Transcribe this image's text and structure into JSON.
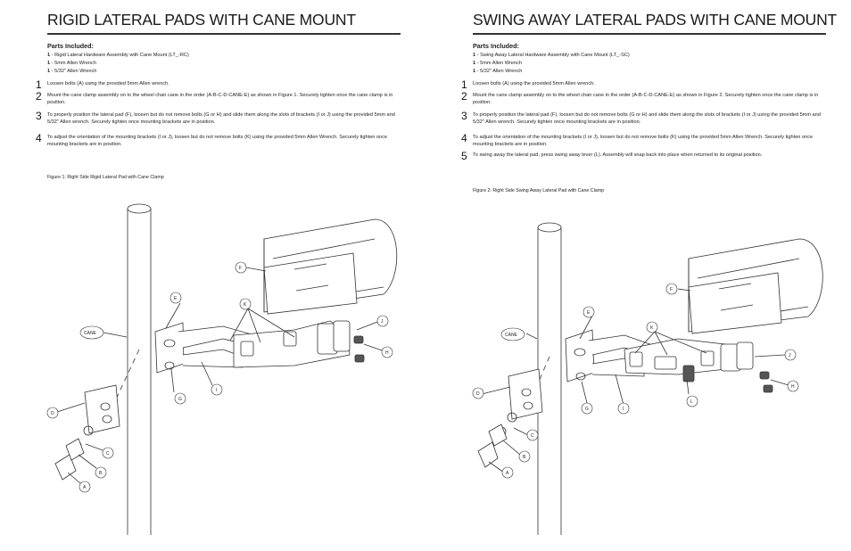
{
  "left": {
    "title": "RIGID LATERAL PADS WITH CANE MOUNT",
    "parts_heading": "Parts Included:",
    "parts": [
      {
        "qty": "1",
        "desc": " - Rigid Lateral Hardware Assembly with Cane Mount (LT_-RC)"
      },
      {
        "qty": "1",
        "desc": " - 5mm Allen Wrench"
      },
      {
        "qty": "1",
        "desc": " - 5/32\" Allen Wrench"
      }
    ],
    "steps": [
      {
        "num": "1",
        "text": "Loosen bolts (A) using the provided 5mm Allen wrench."
      },
      {
        "num": "2",
        "text": "Mount the cane clamp assembly on to the wheel chair cane in the order (A-B-C-D-CANE-E) as shown in Figure 1. Securely tighten once the cane clamp is in position."
      },
      {
        "num": "3",
        "text": "To properly position the lateral pad (F), loosen but do not remove bolts (G or H) and slide them along the slots of brackets (I or J) using the provided 5mm and 5/32\" Allen wrench. Securely tighten once mounting brackets are in position."
      },
      {
        "num": "4",
        "text": "To adjust the orientation of the mounting brackets (I or J), loosen but do not remove bolts (K) using the provided 5mm Allen Wrench. Securely tighten once mounting brackets are in position."
      }
    ],
    "caption": "Figure 1: Right Side Rigid Lateral Pad with Cane Clamp",
    "labels": {
      "F": "F",
      "E": "E",
      "K": "K",
      "J": "J",
      "H": "H",
      "CANE": "CANE",
      "G": "G",
      "I": "I",
      "D": "D",
      "C": "C",
      "B": "B",
      "A": "A"
    }
  },
  "right": {
    "title": "SWING  AWAY LATERAL PADS WITH CANE MOUNT",
    "parts_heading": "Parts Included:",
    "parts": [
      {
        "qty": "1",
        "desc": " - Swing Away Lateral Hardware Assembly with Cane Mount (LT_-SC)"
      },
      {
        "qty": "1",
        "desc": " - 5mm Allen Wrench"
      },
      {
        "qty": "1",
        "desc": " - 5/32\" Allen Wrench"
      }
    ],
    "steps": [
      {
        "num": "1",
        "text": "Loosen bolts (A) using the provided 5mm Allen wrench."
      },
      {
        "num": "2",
        "text": "Mount the cane clamp assembly on to the wheel chair cane in the order (A-B-C-D-CANE-E) as shown in Figure 2. Securely tighten once the cane clamp is in position."
      },
      {
        "num": "3",
        "text": "To properly position the lateral pad (F), loosen but do not remove bolts (G or H) and slide them along the slots of brackets (I or J) using the provided 5mm and 5/32\" Allen wrench. Securely tighten once mounting brackets are in position."
      },
      {
        "num": "4",
        "text": "To adjust the orientation of the mounting brackets (I or J), loosen but do not remove bolts (K) using the provided 5mm Allen Wrench. Securely tighten once mounting brackets are in position."
      },
      {
        "num": "5",
        "text": "To swing away the lateral pad, press swing away lever (L).  Assembly will snap back into place when returned to its original position."
      }
    ],
    "caption": "Figure 2: Right Side Swing Away Lateral Pad with Cane Clamp",
    "labels": {
      "F": "F",
      "E": "E",
      "K": "K",
      "CANE": "CANE",
      "J": "J",
      "H": "H",
      "D": "D",
      "G": "G",
      "I": "I",
      "L": "L",
      "C": "C",
      "B": "B",
      "A": "A"
    }
  }
}
